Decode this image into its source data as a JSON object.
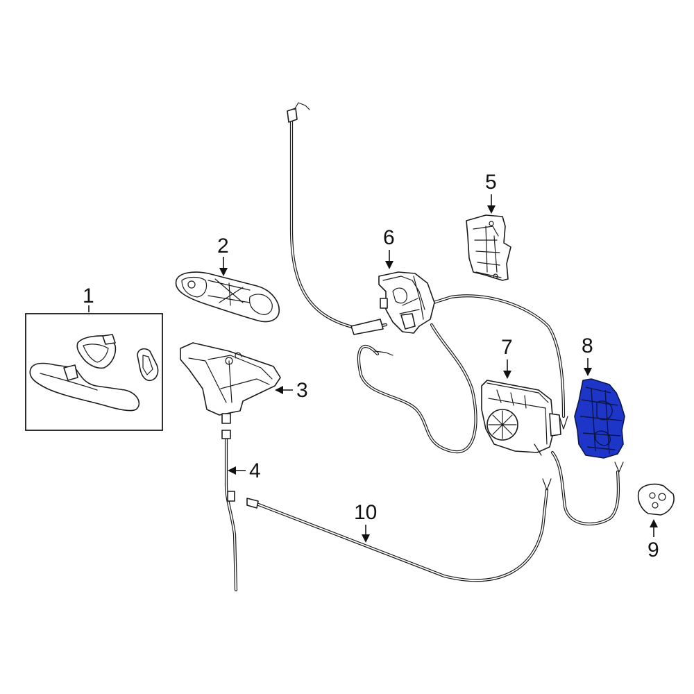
{
  "diagram": {
    "highlight_color": "#1e36c8",
    "line_color": "#1a1a1a",
    "callouts": [
      {
        "id": "1",
        "label": "1"
      },
      {
        "id": "2",
        "label": "2"
      },
      {
        "id": "3",
        "label": "3"
      },
      {
        "id": "4",
        "label": "4"
      },
      {
        "id": "5",
        "label": "5"
      },
      {
        "id": "6",
        "label": "6"
      },
      {
        "id": "7",
        "label": "7"
      },
      {
        "id": "8",
        "label": "8"
      },
      {
        "id": "9",
        "label": "9"
      },
      {
        "id": "10",
        "label": "10"
      }
    ],
    "highlighted_part": "8"
  }
}
